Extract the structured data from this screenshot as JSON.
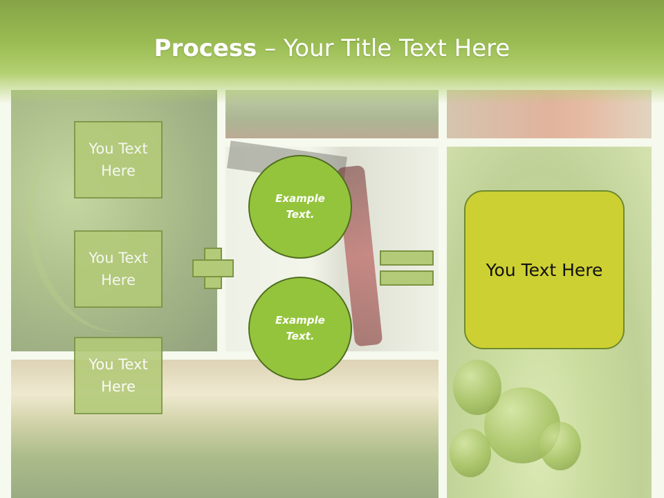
{
  "slide": {
    "title_bold": "Process",
    "title_dash": " – ",
    "title_rest": "Your Title Text Here",
    "left_boxes": [
      {
        "line1": "You Text",
        "line2": "Here"
      },
      {
        "line1": "You Text",
        "line2": "Here"
      },
      {
        "line1": "You Text",
        "line2": "Here"
      }
    ],
    "circles": [
      {
        "line1": "Example",
        "line2": "Text."
      },
      {
        "line1": "Example",
        "line2": "Text."
      }
    ],
    "result_text": "You Text Here"
  },
  "colors": {
    "title_bar": "#99bb52",
    "box_fill": "#b3ca78",
    "circle_fill": "#94c43c",
    "result_fill": "#cdd033"
  },
  "icons": {
    "operator_1": "plus-icon",
    "operator_2": "equals-icon"
  }
}
